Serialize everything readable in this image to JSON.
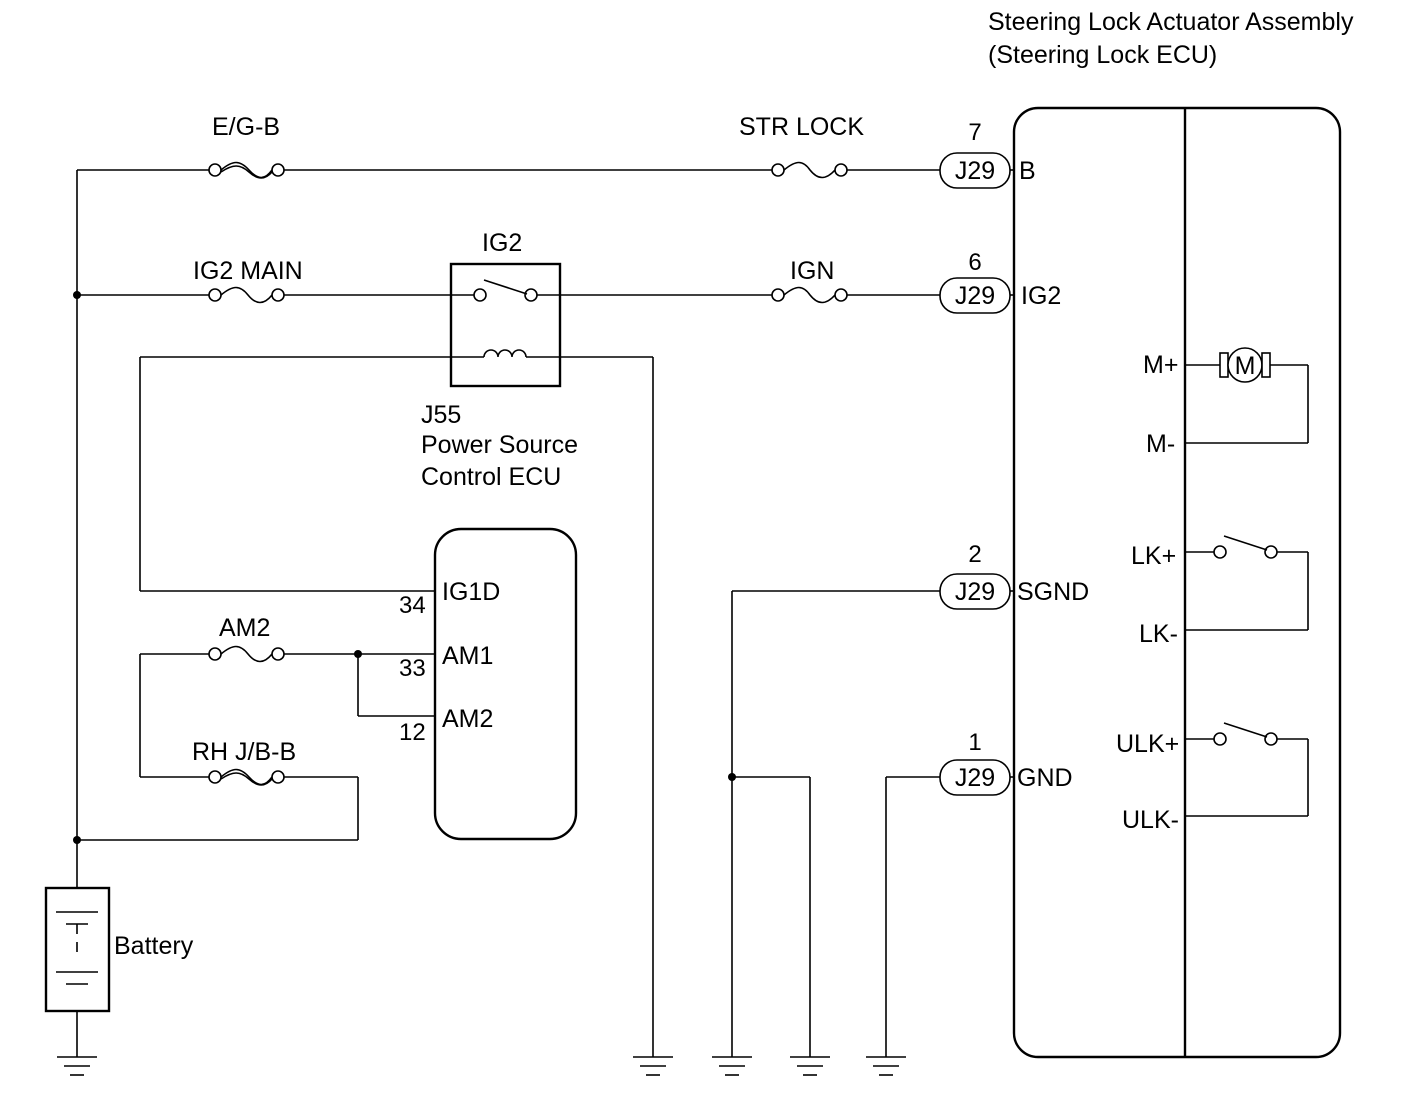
{
  "title": {
    "line1": "Steering Lock Actuator Assembly",
    "line2": "(Steering Lock ECU)"
  },
  "fuses": {
    "eg_b": "E/G-B",
    "str_lock": "STR LOCK",
    "ig2_main": "IG2 MAIN",
    "ign": "IGN",
    "am2": "AM2",
    "rh_jb_b": "RH J/B-B"
  },
  "relay": {
    "label": "IG2",
    "ecu_code": "J55",
    "ecu_name1": "Power Source",
    "ecu_name2": "Control ECU"
  },
  "power_source_ecu": {
    "pins": [
      {
        "num": "34",
        "name": "IG1D"
      },
      {
        "num": "33",
        "name": "AM1"
      },
      {
        "num": "12",
        "name": "AM2"
      }
    ]
  },
  "connector": {
    "id": "J29",
    "pins": [
      {
        "num": "7",
        "name": "B"
      },
      {
        "num": "6",
        "name": "IG2"
      },
      {
        "num": "2",
        "name": "SGND"
      },
      {
        "num": "1",
        "name": "GND"
      }
    ]
  },
  "actuator": {
    "motor_symbol": "M",
    "terminals": [
      "M+",
      "M-",
      "LK+",
      "LK-",
      "ULK+",
      "ULK-"
    ]
  },
  "battery": {
    "label": "Battery"
  }
}
